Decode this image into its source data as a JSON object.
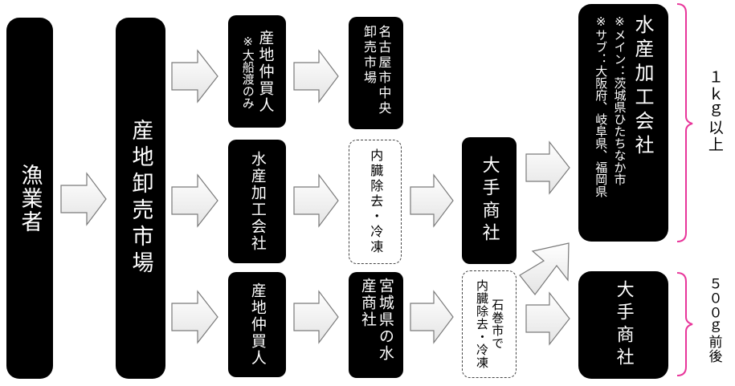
{
  "fishermen": "漁業者",
  "origin_market": "産地卸売市場",
  "local_broker_top": {
    "label": "産地仲買人",
    "note": "※大船渡のみ"
  },
  "processor_mid": "水産加工会社",
  "local_broker_bottom": "産地仲買人",
  "nagoya_market": "名古屋市中央卸売市場",
  "gutting_freezing": "内臓除去・冷凍",
  "miyagi_trader": "宮城県の水産商社",
  "ishinomaki_process": {
    "place": "石巻市で",
    "action": "内臓除去・冷凍"
  },
  "major_trader_mid": "大手商社",
  "processor_right": {
    "label": "水産加工会社",
    "note_main": "※メイン：茨城県ひたちなか市",
    "note_sub": "※サブ：大阪府、岐阜県、福岡県"
  },
  "major_trader_right": "大手商社",
  "weight_over_1kg": "１ｋｇ以上",
  "weight_500g": "５００ｇ前後",
  "colors": {
    "box": "#000000",
    "arrow_fill": "#f2f2f2",
    "arrow_stroke": "#7a7a7a",
    "bracket": "#e8359a"
  }
}
